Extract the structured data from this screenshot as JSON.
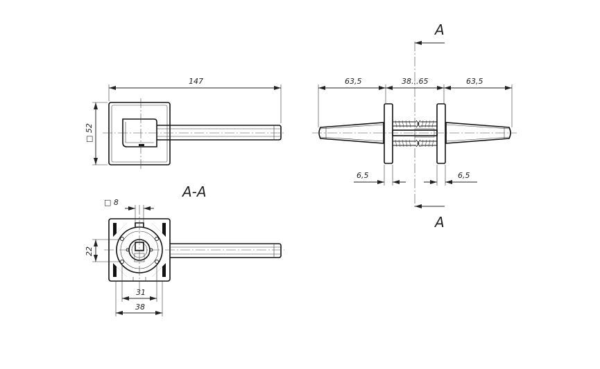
{
  "top_view": {
    "length_label": "147",
    "rose_size_label": "□ 52"
  },
  "side_view": {
    "lever_left_label": "63,5",
    "door_thickness_label": "38...65",
    "lever_right_label": "63,5",
    "rose_left_label": "6,5",
    "rose_right_label": "6,5",
    "section_top_label": "A",
    "section_bottom_label": "A"
  },
  "section_view": {
    "title": "A-A",
    "spindle_label": "□ 8",
    "height_label": "22",
    "inner_width_label": "31",
    "outer_width_label": "38"
  }
}
